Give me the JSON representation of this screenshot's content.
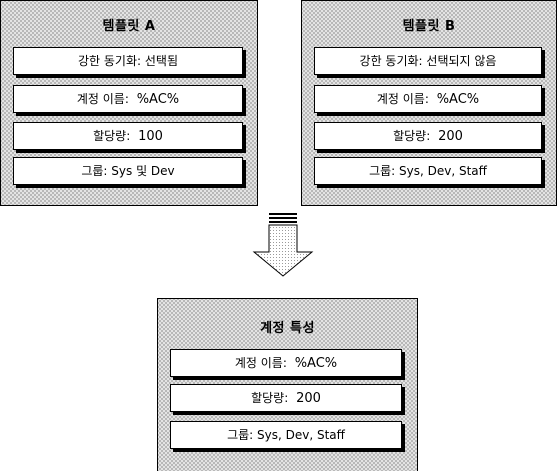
{
  "template_a": {
    "title": "템플릿 A",
    "strong_sync": "강한 동기화: 선택됨",
    "account_name_label": "계정 이름:",
    "account_name_value": "%AC%",
    "quota_label": "할당량:",
    "quota_value": "100",
    "groups": "그룹: Sys 및 Dev"
  },
  "template_b": {
    "title": "템플릿 B",
    "strong_sync": "강한 동기화: 선택되지 않음",
    "account_name_label": "계정 이름:",
    "account_name_value": "%AC%",
    "quota_label": "할당량:",
    "quota_value": "200",
    "groups": "그룹: Sys, Dev, Staff"
  },
  "account_properties": {
    "title": "계정 특성",
    "account_name_label": "계정 이름:",
    "account_name_value": "%AC%",
    "quota_label": "할당량:",
    "quota_value": "200",
    "groups": "그룹: Sys, Dev, Staff"
  }
}
